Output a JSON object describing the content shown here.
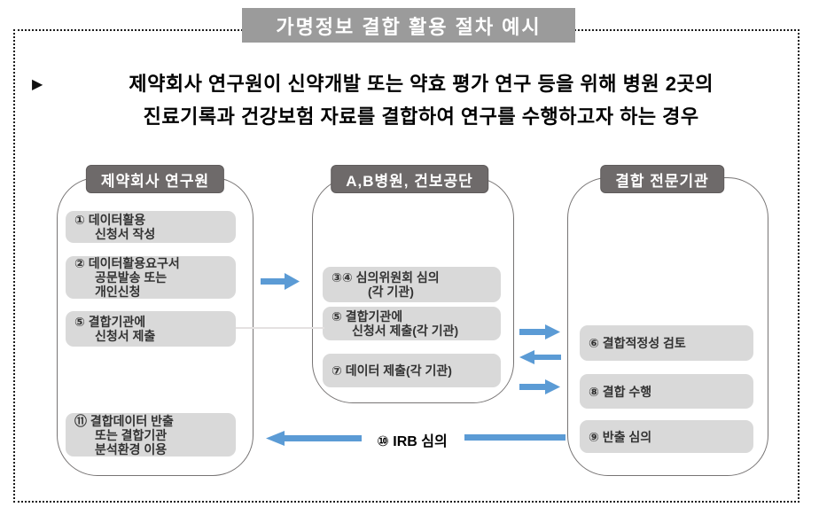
{
  "title": "가명정보 결합 활용 절차 예시",
  "headline": {
    "bullet": "▶",
    "text": "제약회사 연구원이 신약개발 또는 약효 평가 연구 등을 위해 병원 2곳의\n진료기록과 건강보험 자료를 결합하여 연구를 수행하고자 하는 경우"
  },
  "columns": [
    {
      "header": "제약회사 연구원",
      "boxes": [
        {
          "text": "① 데이터활용\n신청서 작성"
        },
        {
          "text": "② 데이터활용요구서\n공문발송 또는\n개인신청"
        },
        {
          "text": "⑤ 결합기관에\n신청서 제출"
        },
        {
          "text": "⑪ 결합데이터 반출\n또는 결합기관\n분석환경 이용"
        }
      ]
    },
    {
      "header": "A,B병원, 건보공단",
      "boxes": [
        {
          "text": "③④ 심의위원회 심의\n(각 기관)"
        },
        {
          "text": "⑤ 결합기관에\n신청서 제출(각 기관)"
        },
        {
          "text": "⑦ 데이터 제출(각 기관)"
        }
      ]
    },
    {
      "header": "결합 전문기관",
      "boxes": [
        {
          "text": "⑥ 결합적정성 검토"
        },
        {
          "text": "⑧ 결합 수행"
        },
        {
          "text": "⑨ 반출 심의"
        }
      ]
    }
  ],
  "flow": {
    "irb_label": "⑩ IRB 심의"
  },
  "colors": {
    "arrow_blue": "#5b9bd5",
    "title_bg": "#9b9b9b",
    "header_bg": "#6e6a6a",
    "box_bg": "#d9d9d9",
    "frame_dotted": "#1c1c1c"
  }
}
